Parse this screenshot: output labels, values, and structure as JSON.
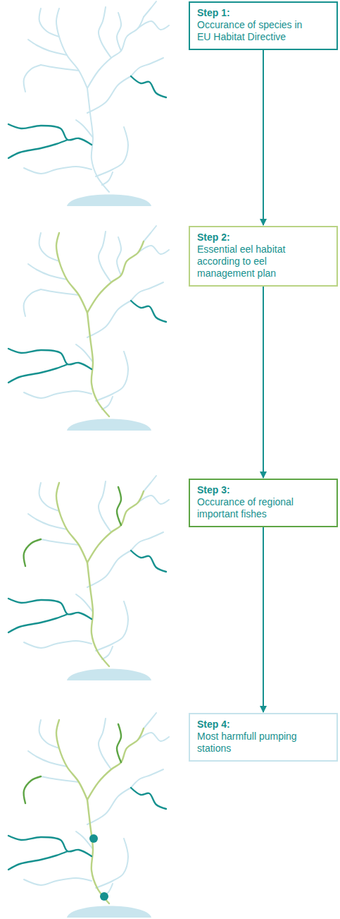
{
  "diagram": {
    "nodes": [
      {
        "text": [
          "Step 1:",
          "Occurance of species in EU Habitat Directive"
        ]
      },
      {
        "text": [
          "Step 2:",
          "Essential eel habitat according to eel management plan"
        ]
      },
      {
        "text": [
          "Step 3:",
          "Occurance of regional important fishes"
        ]
      },
      {
        "text": [
          "Step 4:",
          "Most harmfull pumping stations"
        ]
      }
    ],
    "edges": [
      {
        "from": 0,
        "to": 1,
        "arrow": "to"
      },
      {
        "from": 1,
        "to": 2,
        "arrow": "to"
      },
      {
        "from": 2,
        "to": 3,
        "arrow": "to"
      }
    ]
  }
}
